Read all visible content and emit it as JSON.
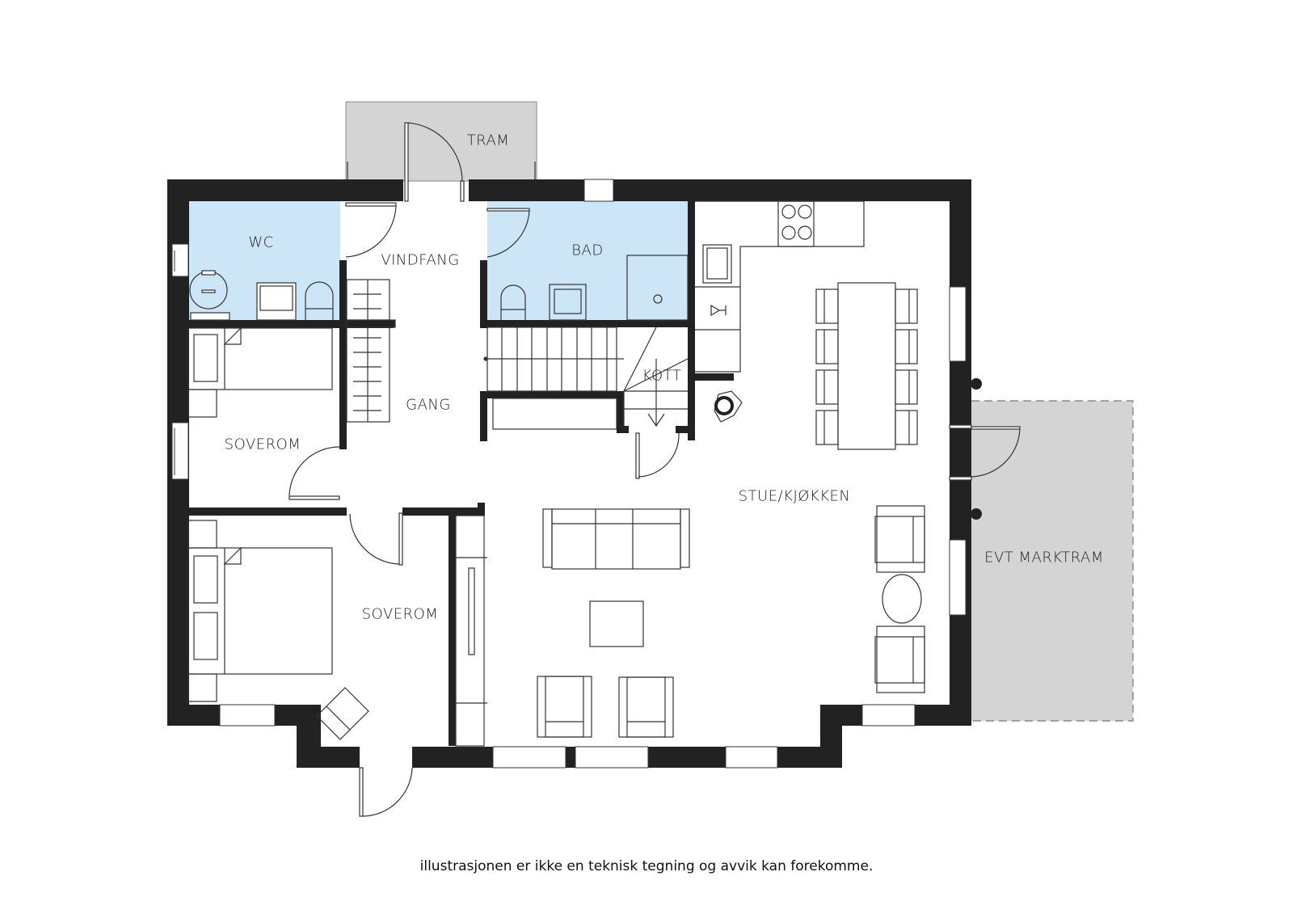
{
  "plan": {
    "type": "floor-plan",
    "colors": {
      "wall": "#222222",
      "wet_room": "#cde6f7",
      "outdoor_deck": "#d4d4d4",
      "background": "#ffffff"
    },
    "rooms": {
      "tram": {
        "label": "TRAM"
      },
      "wc": {
        "label": "WC"
      },
      "vindfang": {
        "label": "VINDFANG"
      },
      "bad": {
        "label": "BAD"
      },
      "gang": {
        "label": "GANG"
      },
      "kott": {
        "label": "KOTT"
      },
      "soverom_1": {
        "label": "SOVEROM"
      },
      "soverom_2": {
        "label": "SOVEROM"
      },
      "stue_kjokken": {
        "label": "STUE/KJØKKEN"
      },
      "evt_marktram": {
        "label": "EVT MARKTRAM"
      }
    },
    "caption": "illustrasjonen er ikke en teknisk tegning og avvik kan forekomme."
  }
}
